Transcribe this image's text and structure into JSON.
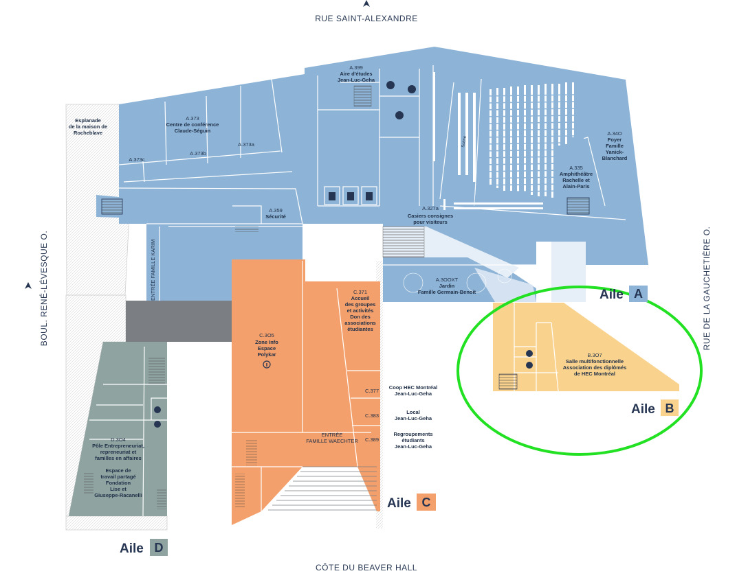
{
  "streets": {
    "north": "RUE SAINT-ALEXANDRE",
    "south": "CÔTE DU BEAVER HALL",
    "west": "BOUL. RENÉ-LÉVESQUE O.",
    "east": "RUE DE LA GAUCHETIÈRE O."
  },
  "wings": [
    {
      "word": "Aile",
      "letter": "A",
      "color": "#8db3d6"
    },
    {
      "word": "Aile",
      "letter": "B",
      "color": "#f9d38e"
    },
    {
      "word": "Aile",
      "letter": "C",
      "color": "#f3a06c"
    },
    {
      "word": "Aile",
      "letter": "D",
      "color": "#8fa3a1"
    }
  ],
  "colors": {
    "wing_a": "#8db3d6",
    "wing_b": "#f9d38e",
    "wing_c": "#f3a06c",
    "wing_d": "#8fa3a1",
    "connector": "#7b7f84",
    "highlight": "#22e022",
    "label": "#1f2f47"
  },
  "rooms": {
    "a399": {
      "code": "A.399",
      "name": [
        "Aire d'études",
        "Jean-Luc-Geha"
      ]
    },
    "a373": {
      "code": "A.373",
      "name": [
        "Centre de conférence",
        "Claude-Séguin"
      ]
    },
    "a373a": {
      "code": "A.373a"
    },
    "a373b": {
      "code": "A.373b"
    },
    "a373c": {
      "code": "A.373c"
    },
    "esplanade": {
      "name": [
        "Esplanade",
        "de la maison de",
        "Rocheblave"
      ]
    },
    "a359": {
      "code": "A.359",
      "name": [
        "Sécurité"
      ]
    },
    "a340": {
      "code": "A.34O",
      "name": [
        "Foyer",
        "Famille",
        "Yanick-",
        "Blanchard"
      ]
    },
    "a335": {
      "code": "A.335",
      "name": [
        "Amphithéâtre",
        "Rachelle et",
        "Alain-Paris"
      ]
    },
    "a327a": {
      "code": "A.327a",
      "name": [
        "Casiers consignes",
        "pour visiteurs"
      ]
    },
    "a300xt": {
      "code": "A.3OOXT",
      "name": [
        "Jardin",
        "Famille Germain-Benoit"
      ]
    },
    "scene": {
      "name": [
        "Scène"
      ]
    },
    "entree_karim": {
      "name": [
        "ENTRÉE FAMILLE KARIM"
      ]
    },
    "b307": {
      "code": "B.3O7",
      "name": [
        "Salle multifonctionnelle",
        "Association des diplômés",
        "de HEC Montréal"
      ]
    },
    "c305": {
      "code": "C.3O5",
      "name": [
        "Zone Info",
        "Espace",
        "Polykar"
      ]
    },
    "c371": {
      "code": "C.371",
      "name": [
        "Accueil",
        "des groupes",
        "et activités",
        "Don des",
        "associations",
        "étudiantes"
      ]
    },
    "c377": {
      "code": "C.377",
      "name": [
        "Coop HEC Montréal",
        "Jean-Luc-Geha"
      ]
    },
    "c383": {
      "code": "C.383",
      "name": [
        "Local",
        "Jean-Luc-Geha"
      ]
    },
    "c389": {
      "code": "C.389",
      "name": [
        "Regroupements",
        "étudiants",
        "Jean-Luc-Geha"
      ]
    },
    "entree_waechter": {
      "name": [
        "ENTRÉE",
        "FAMILLE WAECHTER"
      ]
    },
    "d304": {
      "code": "D.3O4",
      "name": [
        "Pôle Entrepreneuriat,",
        "repreneuriat et",
        "familles en affaires",
        "Espace de",
        "travail partagé",
        "Fondation",
        "Lise et",
        "Giuseppe-Racanelli"
      ]
    }
  },
  "icons": {
    "info": "info-icon",
    "restroom": "restroom-icon",
    "accessible": "accessible-icon",
    "elevator": "elevator-icon",
    "stairs": "stairs-icon",
    "north_arrow": "north-arrow-icon"
  }
}
